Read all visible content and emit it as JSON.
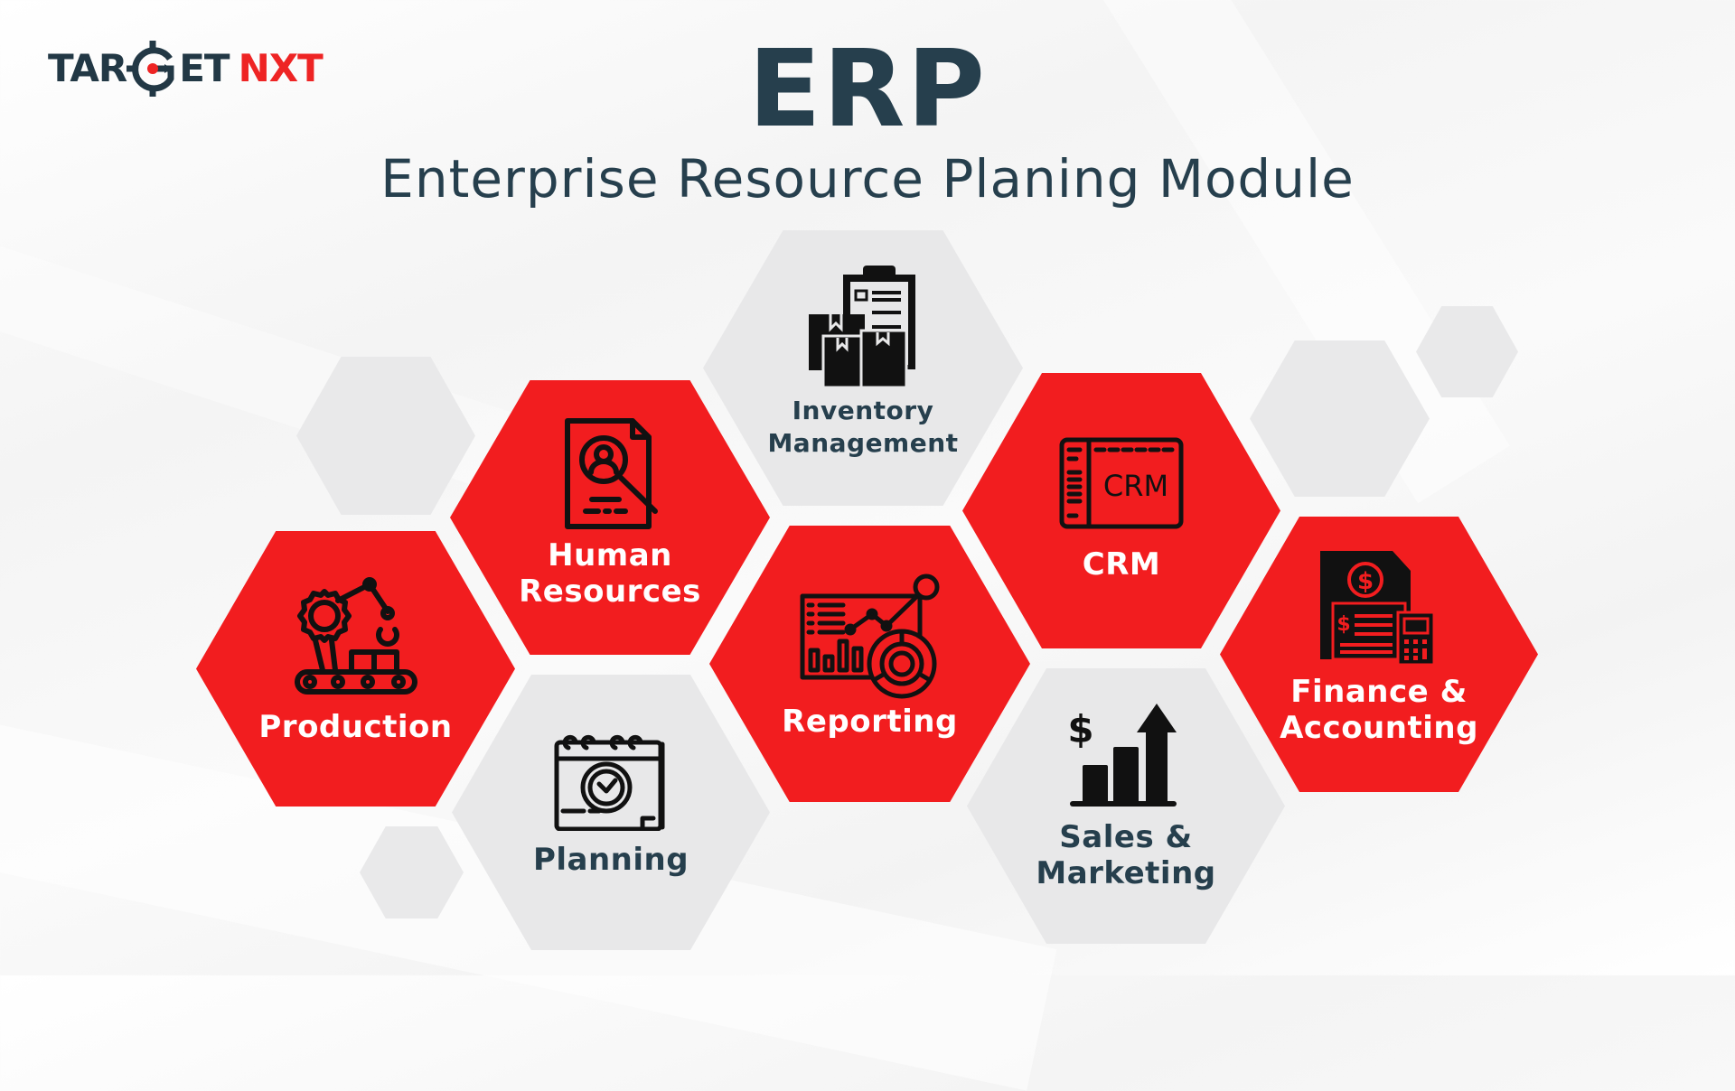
{
  "logo": {
    "part1": "TAR",
    "part2": "ET",
    "part3": "NXT",
    "dark_color": "#223845",
    "accent_color": "#ee2424"
  },
  "header": {
    "title": "ERP",
    "subtitle": "Enterprise Resource Planing Module"
  },
  "colors": {
    "primary_red": "#f21d1f",
    "hex_grey": "#e8e8e9",
    "text_dark": "#263f4d",
    "background": "#f7f7f7"
  },
  "modules": [
    {
      "id": "production",
      "label": "Production",
      "style": "red",
      "icon": "robotic-arm-conveyor-icon"
    },
    {
      "id": "human-resources",
      "label": "Human\nResources",
      "style": "red",
      "icon": "document-search-person-icon"
    },
    {
      "id": "inventory-management",
      "label": "Inventory\nManagement",
      "style": "grey",
      "icon": "clipboard-boxes-icon"
    },
    {
      "id": "planning",
      "label": "Planning",
      "style": "grey",
      "icon": "calendar-clock-icon"
    },
    {
      "id": "reporting",
      "label": "Reporting",
      "style": "red",
      "icon": "dashboard-chart-icon"
    },
    {
      "id": "crm",
      "label": "CRM",
      "style": "red",
      "icon": "crm-window-icon",
      "icon_text": "CRM"
    },
    {
      "id": "sales-marketing",
      "label": "Sales &\nMarketing",
      "style": "grey",
      "icon": "dollar-growth-chart-icon",
      "icon_text": "$"
    },
    {
      "id": "finance-accounting",
      "label": "Finance &\nAccounting",
      "style": "red",
      "icon": "invoice-calculator-icon",
      "icon_text": "$"
    }
  ]
}
